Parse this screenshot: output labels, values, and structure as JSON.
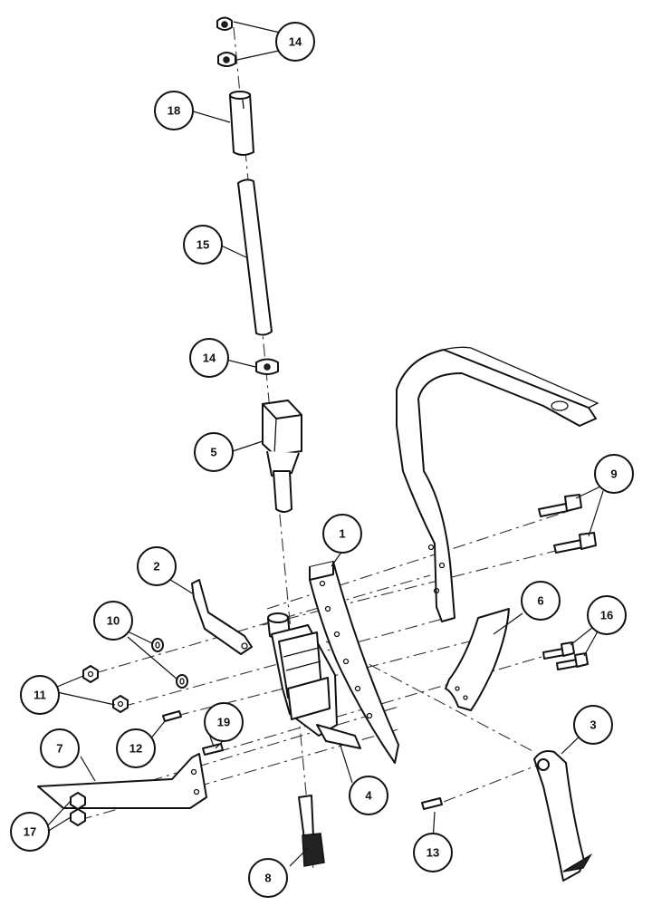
{
  "callouts": [
    {
      "id": "c1",
      "number": "1"
    },
    {
      "id": "c2",
      "number": "2"
    },
    {
      "id": "c3",
      "number": "3"
    },
    {
      "id": "c4",
      "number": "4"
    },
    {
      "id": "c5",
      "number": "5"
    },
    {
      "id": "c6",
      "number": "6"
    },
    {
      "id": "c7",
      "number": "7"
    },
    {
      "id": "c8",
      "number": "8"
    },
    {
      "id": "c9",
      "number": "9"
    },
    {
      "id": "c10",
      "number": "10"
    },
    {
      "id": "c11",
      "number": "11"
    },
    {
      "id": "c12",
      "number": "12"
    },
    {
      "id": "c13",
      "number": "13"
    },
    {
      "id": "c14a",
      "number": "14"
    },
    {
      "id": "c14b",
      "number": "14"
    },
    {
      "id": "c15",
      "number": "15"
    },
    {
      "id": "c16",
      "number": "16"
    },
    {
      "id": "c17",
      "number": "17"
    },
    {
      "id": "c18",
      "number": "18"
    },
    {
      "id": "c19",
      "number": "19"
    }
  ],
  "colors": {
    "line": "#111111",
    "background": "#ffffff"
  }
}
